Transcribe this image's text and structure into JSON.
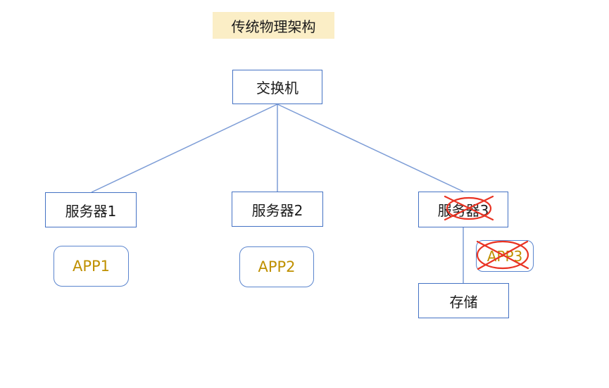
{
  "title": {
    "text": "传统物理架构"
  },
  "diagram": {
    "switch": {
      "label": "交换机"
    },
    "servers": [
      {
        "label": "服务器1",
        "crossed_out": false
      },
      {
        "label": "服务器2",
        "crossed_out": false
      },
      {
        "label": "服务器3",
        "crossed_out": true
      }
    ],
    "apps": [
      {
        "label": "APP1",
        "crossed_out": false
      },
      {
        "label": "APP2",
        "crossed_out": false
      },
      {
        "label": "APP3",
        "crossed_out": true
      }
    ],
    "storage": {
      "label": "存储"
    },
    "edges": [
      {
        "from": "交换机",
        "to": "服务器1"
      },
      {
        "from": "交换机",
        "to": "服务器2"
      },
      {
        "from": "交换机",
        "to": "服务器3"
      },
      {
        "from": "服务器3",
        "to": "存储"
      }
    ]
  },
  "colors": {
    "box_border": "#4472C4",
    "rounded_box_border": "#5B85CE",
    "connector": "#7C9CD6",
    "app_text": "#BF9000",
    "title_background": "#FBEEC6",
    "annotation_red": "#E93323",
    "label_text": "#1A1A1A"
  }
}
